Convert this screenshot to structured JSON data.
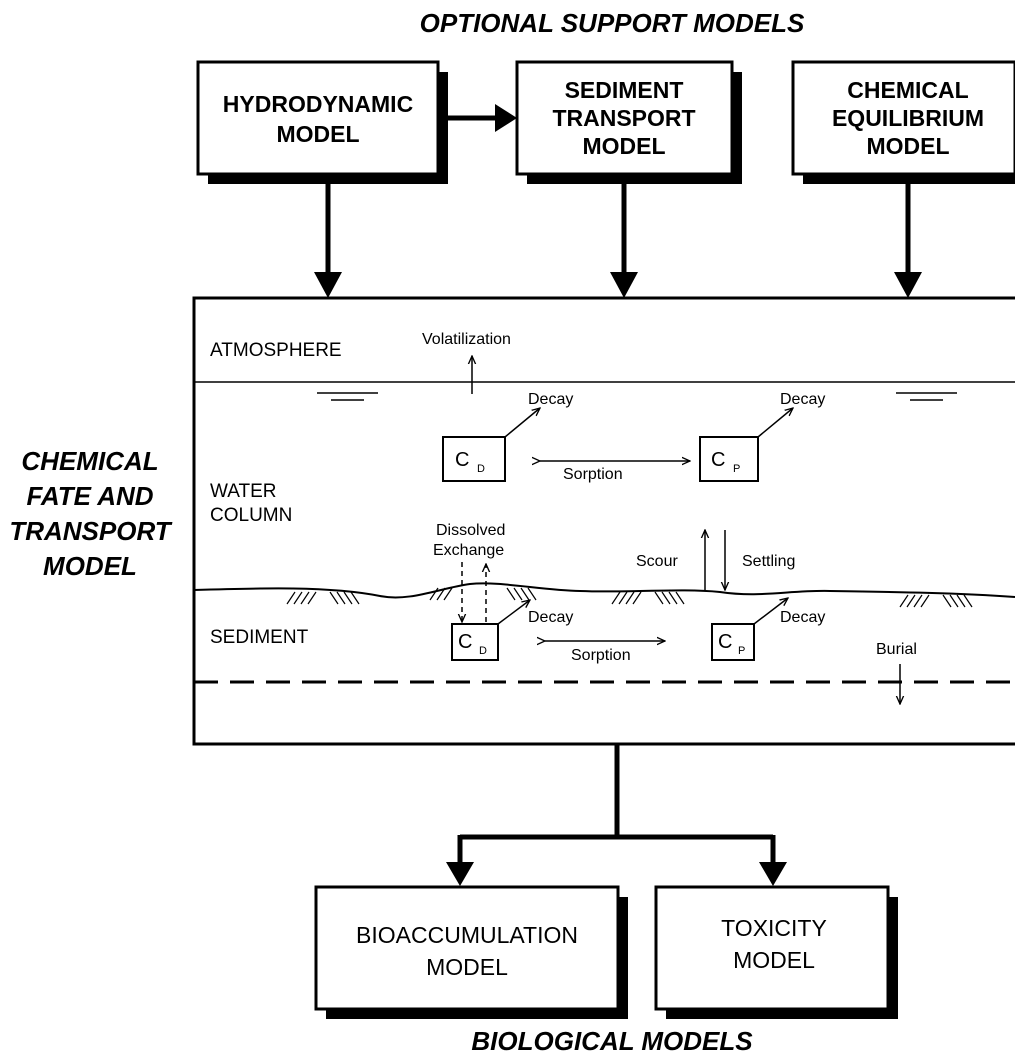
{
  "headers": {
    "top": "OPTIONAL SUPPORT MODELS",
    "bottom": "BIOLOGICAL MODELS",
    "left_lines": [
      "CHEMICAL",
      "FATE AND",
      "TRANSPORT",
      "MODEL"
    ]
  },
  "support_models": [
    {
      "lines": [
        "HYDRODYNAMIC",
        "MODEL"
      ]
    },
    {
      "lines": [
        "SEDIMENT",
        "TRANSPORT",
        "MODEL"
      ]
    },
    {
      "lines": [
        "CHEMICAL",
        "EQUILIBRIUM",
        "MODEL"
      ]
    }
  ],
  "biological_models": [
    {
      "lines": [
        "BIOACCUMULATION",
        "MODEL"
      ]
    },
    {
      "lines": [
        "TOXICITY",
        "MODEL"
      ]
    }
  ],
  "zones": {
    "atmosphere": "ATMOSPHERE",
    "water_column": [
      "WATER",
      "COLUMN"
    ],
    "sediment": "SEDIMENT"
  },
  "processes": {
    "volatilization": "Volatilization",
    "decay": "Decay",
    "sorption": "Sorption",
    "dissolved_exchange": [
      "Dissolved",
      "Exchange"
    ],
    "scour": "Scour",
    "settling": "Settling",
    "burial": "Burial"
  },
  "concentrations": {
    "symbol": "C",
    "dissolved_sub": "D",
    "particulate_sub": "P"
  }
}
